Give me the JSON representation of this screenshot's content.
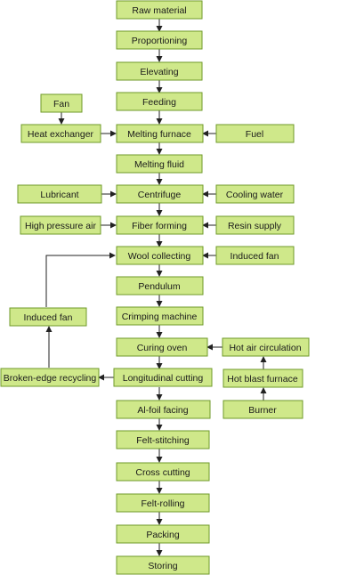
{
  "nodes": {
    "raw_material": "Raw material",
    "proportioning": "Proportioning",
    "elevating": "Elevating",
    "feeding": "Feeding",
    "fan": "Fan",
    "heat_exchanger": "Heat exchanger",
    "melting_furnace": "Melting furnace",
    "fuel": "Fuel",
    "melting_fluid": "Melting fluid",
    "lubricant": "Lubricant",
    "centrifuge": "Centrifuge",
    "cooling_water": "Cooling water",
    "high_pressure_air": "High pressure air",
    "fiber_forming": "Fiber forming",
    "resin_supply": "Resin supply",
    "wool_collecting": "Wool collecting",
    "induced_fan_right": "Induced fan",
    "pendulum": "Pendulum",
    "induced_fan_left": "Induced fan",
    "crimping_machine": "Crimping machine",
    "curing_oven": "Curing oven",
    "hot_air_circulation": "Hot air circulation",
    "broken_edge_recycling": "Broken-edge recycling",
    "longitudinal_cutting": "Longitudinal cutting",
    "hot_blast_furnace": "Hot blast furnace",
    "al_foil_facing": "Al-foil facing",
    "burner": "Burner",
    "felt_stitching": "Felt-stitching",
    "cross_cutting": "Cross cutting",
    "felt_rolling": "Felt-rolling",
    "packing": "Packing",
    "storing": "Storing"
  },
  "colors": {
    "box_fill": "#cfe88a",
    "box_border": "#6f9a2a",
    "arrow": "#222222"
  }
}
